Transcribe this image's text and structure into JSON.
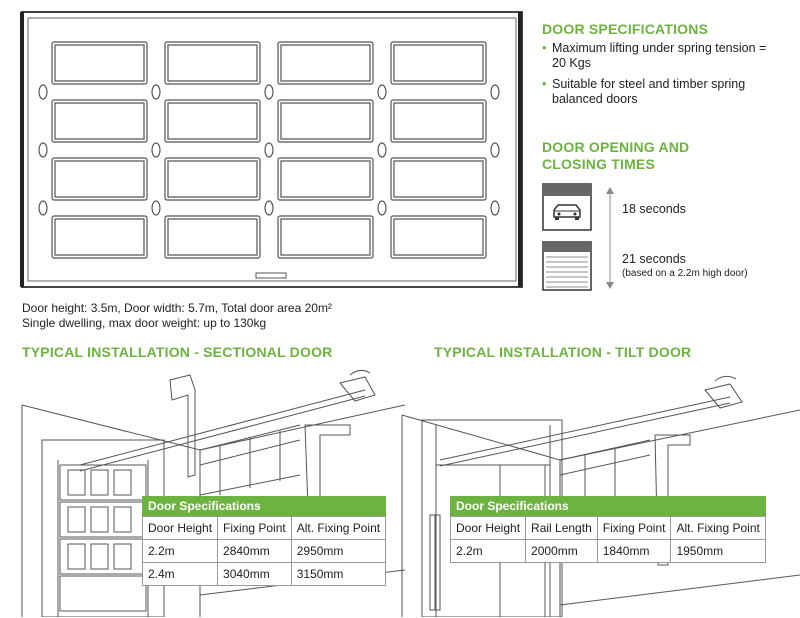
{
  "door_specs_panel": {
    "title": "DOOR SPECIFICATIONS",
    "bullets": [
      "Maximum lifting under spring tension = 20 Kgs",
      "Suitable for steel and timber spring balanced doors"
    ]
  },
  "times_panel": {
    "title_line1": "DOOR OPENING AND",
    "title_line2": "CLOSING TIMES",
    "open_time": "18 seconds",
    "close_time": "21 seconds",
    "close_note": "(based on a 2.2m high door)"
  },
  "door_caption": {
    "line1": "Door height: 3.5m, Door width: 5.7m, Total door area 20m²",
    "line2": "Single dwelling, max door weight: up to 130kg"
  },
  "sectional": {
    "title": "TYPICAL INSTALLATION - SECTIONAL DOOR",
    "table_title": "Door Specifications",
    "headers": [
      "Door Height",
      "Fixing Point",
      "Alt. Fixing Point"
    ],
    "rows": [
      [
        "2.2m",
        "2840mm",
        "2950mm"
      ],
      [
        "2.4m",
        "3040mm",
        "3150mm"
      ]
    ]
  },
  "tilt": {
    "title": "TYPICAL INSTALLATION - TILT DOOR",
    "table_title": "Door Specifications",
    "headers": [
      "Door Height",
      "Rail Length",
      "Fixing Point",
      "Alt. Fixing Point"
    ],
    "rows": [
      [
        "2.2m",
        "2000mm",
        "1840mm",
        "1950mm"
      ]
    ]
  },
  "colors": {
    "accent": "#6cb33f",
    "line": "#555555"
  },
  "icons": [
    "car-garage-icon",
    "closed-door-icon",
    "double-arrow-icon"
  ]
}
